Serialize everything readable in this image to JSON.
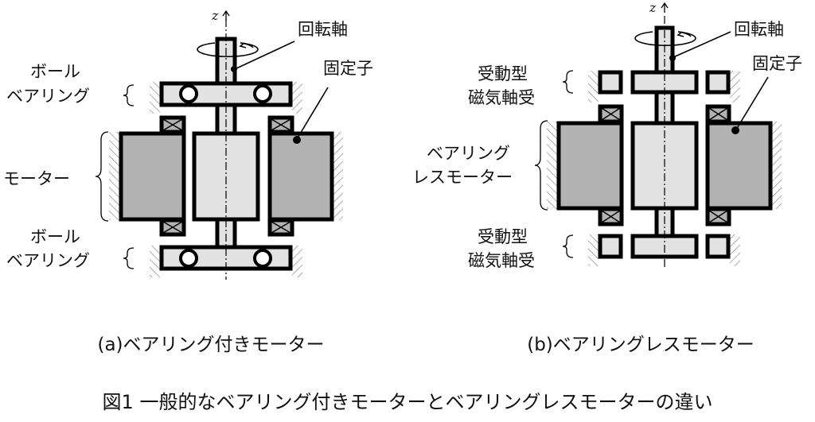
{
  "diagram_a": {
    "axis_label": "z",
    "shaft_label": "回転軸",
    "stator_label": "固定子",
    "top_bearing_label": [
      "ボール",
      "ベアリング"
    ],
    "motor_label": "モーター",
    "bottom_bearing_label": [
      "ボール",
      "ベアリング"
    ],
    "caption": "(a)ベアリング付きモーター"
  },
  "diagram_b": {
    "axis_label": "z",
    "shaft_label": "回転軸",
    "stator_label": "固定子",
    "top_bearing_label": [
      "受動型",
      "磁気軸受"
    ],
    "motor_label": [
      "ベアリング",
      "レスモーター"
    ],
    "bottom_bearing_label": [
      "受動型",
      "磁気軸受"
    ],
    "caption": "(b)ベアリングレスモーター"
  },
  "figure_caption": "図1 一般的なベアリング付きモーターとベアリングレスモーターの違い",
  "colors": {
    "rotor": "#e2e2e2",
    "stator": "#b3b3b3",
    "outline": "#000000"
  }
}
